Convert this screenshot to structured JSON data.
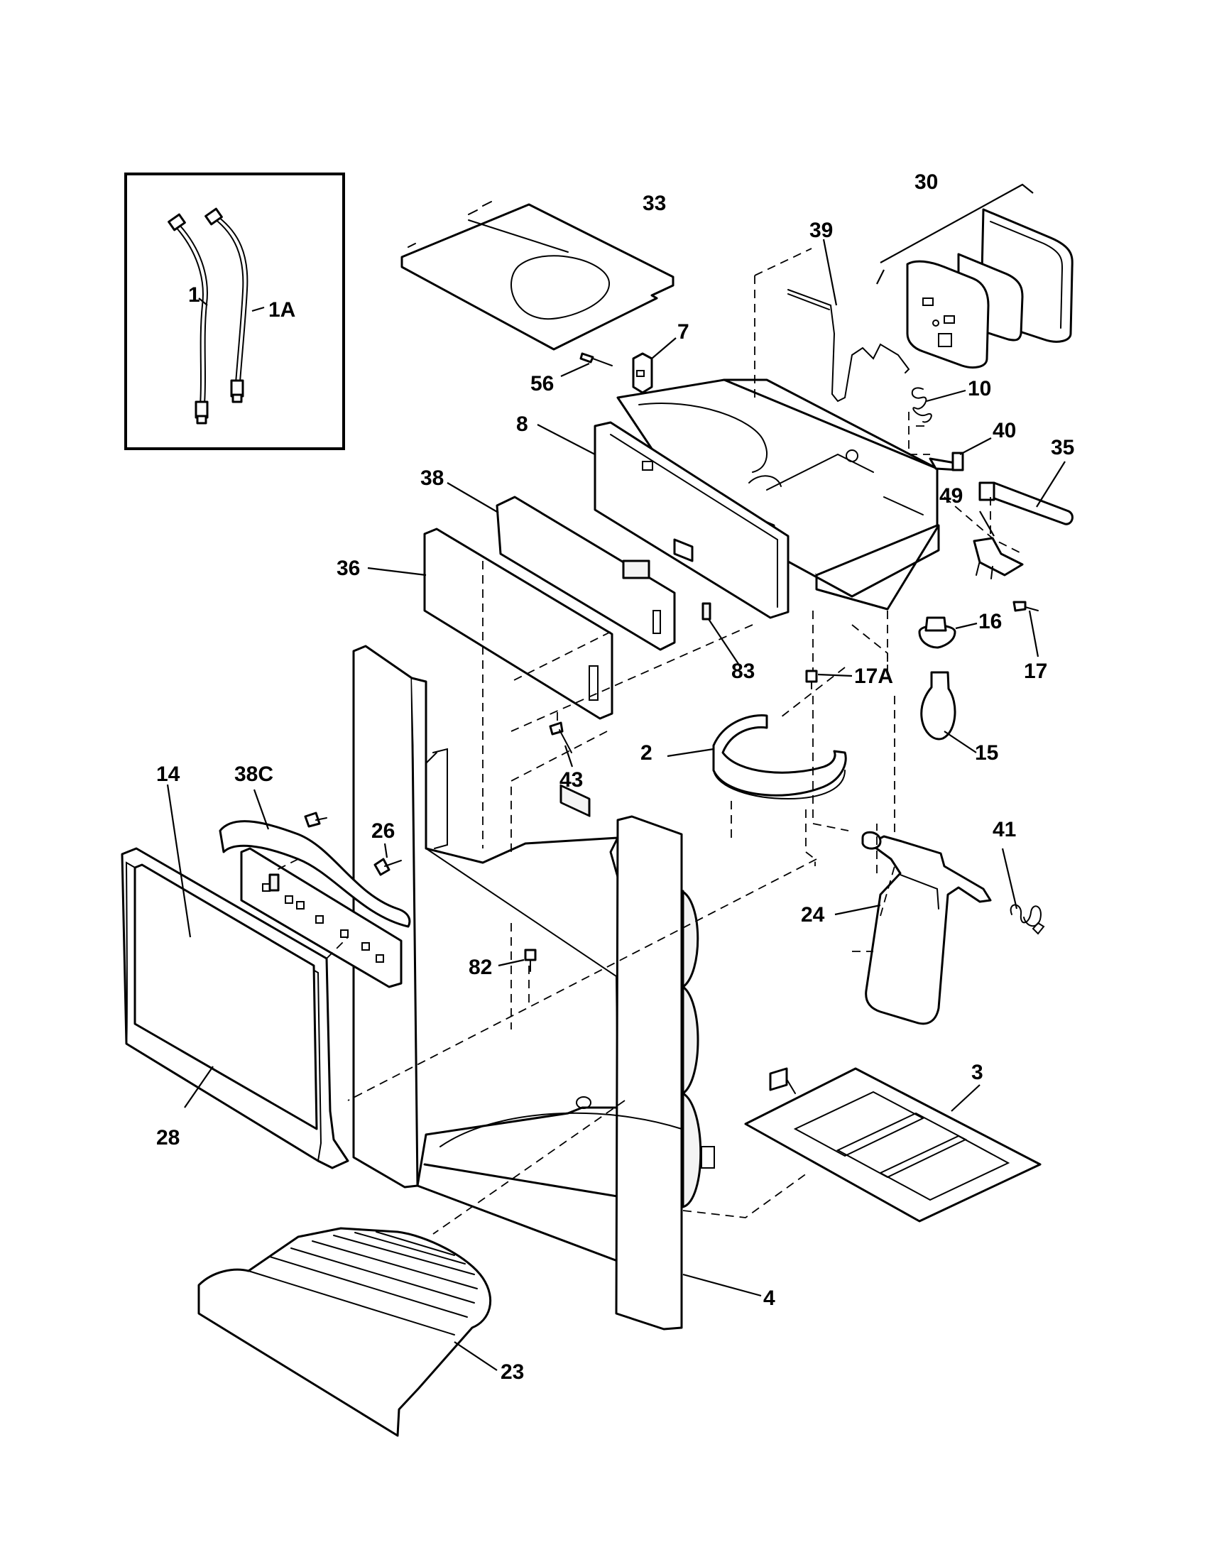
{
  "callouts": {
    "c1": "1",
    "c1A": "1A",
    "c2": "2",
    "c3": "3",
    "c4": "4",
    "c7": "7",
    "c8": "8",
    "c10": "10",
    "c14": "14",
    "c15": "15",
    "c16": "16",
    "c17": "17",
    "c17A": "17A",
    "c23": "23",
    "c24": "24",
    "c26": "26",
    "c28": "28",
    "c30": "30",
    "c33": "33",
    "c35": "35",
    "c36": "36",
    "c38": "38",
    "c38C": "38C",
    "c39": "39",
    "c40": "40",
    "c41": "41",
    "c43": "43",
    "c49": "49",
    "c56": "56",
    "c82": "82",
    "c83": "83"
  }
}
